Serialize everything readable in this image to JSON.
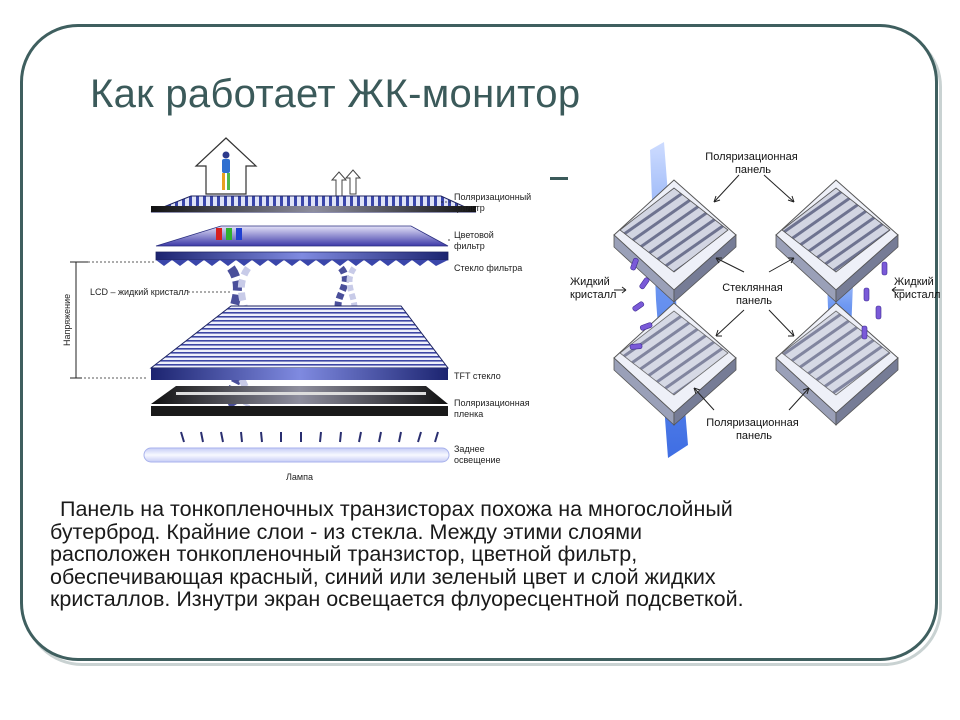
{
  "title": "Как работает ЖК-монитор",
  "left_diagram": {
    "voltage": "Напряжение",
    "lcd": "LCD – жидкий кристалл",
    "layers": [
      {
        "lines": [
          "Поляризационный",
          "фильтр"
        ]
      },
      {
        "lines": [
          "Цветовой",
          "фильтр"
        ]
      },
      {
        "lines": [
          "Стекло фильтра"
        ]
      },
      {
        "lines": [
          "TFT стекло"
        ]
      },
      {
        "lines": [
          "Поляризационная",
          "пленка"
        ]
      },
      {
        "lines": [
          "Заднее",
          "освещение"
        ]
      }
    ],
    "lamp": "Лампа"
  },
  "right_diagram": {
    "top_polarizer": [
      "Поляризационная",
      "панель"
    ],
    "glass_panel": [
      "Стеклянная",
      "панель"
    ],
    "lc_left": [
      "Жидкий",
      "кристалл"
    ],
    "lc_right": [
      "Жидкий",
      "кристалл"
    ],
    "bottom_polarizer": [
      "Поляризационная",
      "панель"
    ]
  },
  "body_text": [
    "Панель на тонкопленочных транзисторах похожа на многослойный",
    "бутерброд. Крайние слои - из стекла. Между этими слоями",
    "расположен тонкопленочный транзистор, цветной фильтр,",
    "обеспечивающая красный, синий или зеленый цвет и слой жидких",
    "кристаллов. Изнутри экран освещается флуоресцентной подсветкой."
  ],
  "colors": {
    "frame": "#3f5f5f",
    "title": "#3b5a5a",
    "layer_blue": "#3340a0",
    "light_beam": "#3a6fe8",
    "crystal": "#7a5ad8"
  }
}
